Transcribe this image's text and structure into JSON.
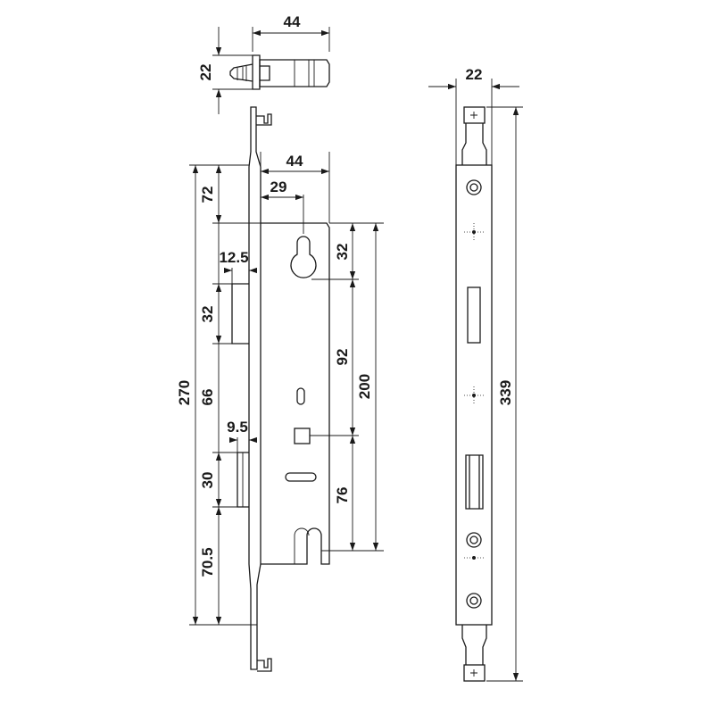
{
  "drawing": {
    "top_view": {
      "width_label": "44",
      "height_label": "22"
    },
    "side_view": {
      "backset_label": "44",
      "keyhole_offset_label": "29",
      "upper_section_label": "72",
      "bolt_offset_label": "12.5",
      "bolt_height_label": "32",
      "mid_gap_label": "66",
      "latch_offset_label": "9.5",
      "latch_height_label": "30",
      "lower_section_label": "70.5",
      "body_height_label": "270",
      "keyhole_height_label": "32",
      "cylinder_to_spindle_label": "92",
      "case_height_label": "200",
      "spindle_to_bottom_label": "76"
    },
    "front_view": {
      "width_label": "22",
      "overall_height_label": "339"
    }
  }
}
